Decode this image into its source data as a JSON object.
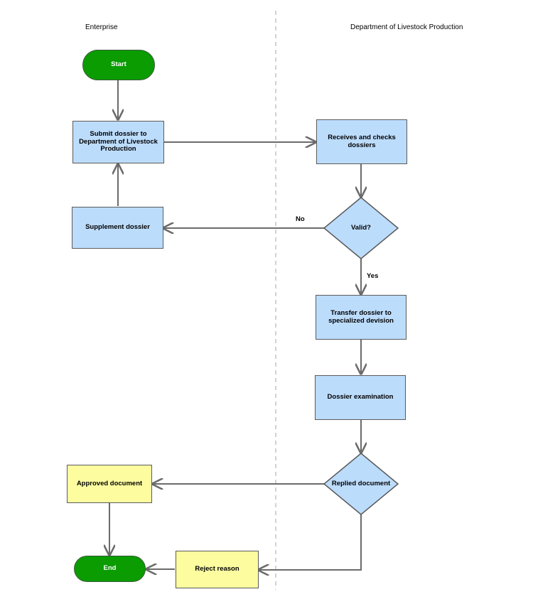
{
  "lanes": {
    "left": "Enterprise",
    "right": "Department of Livestock Production"
  },
  "nodes": {
    "start": "Start",
    "submit": "Submit dossier to Department of Livestock Production",
    "receive": "Receives and checks dossiers",
    "supplement": "Supplement dossier",
    "valid": "Valid?",
    "transfer": "Transfer dossier to specialized devision",
    "examination": "Dossier examination",
    "replied": "Replied document",
    "approved": "Approved document",
    "reject": "Reject reason",
    "end": "End"
  },
  "edge_labels": {
    "no": "No",
    "yes": "Yes"
  },
  "colors": {
    "process": "#bcdcfc",
    "terminal": "#0a9c00",
    "outcome": "#fdfda0",
    "line": "#6b6b6b"
  }
}
